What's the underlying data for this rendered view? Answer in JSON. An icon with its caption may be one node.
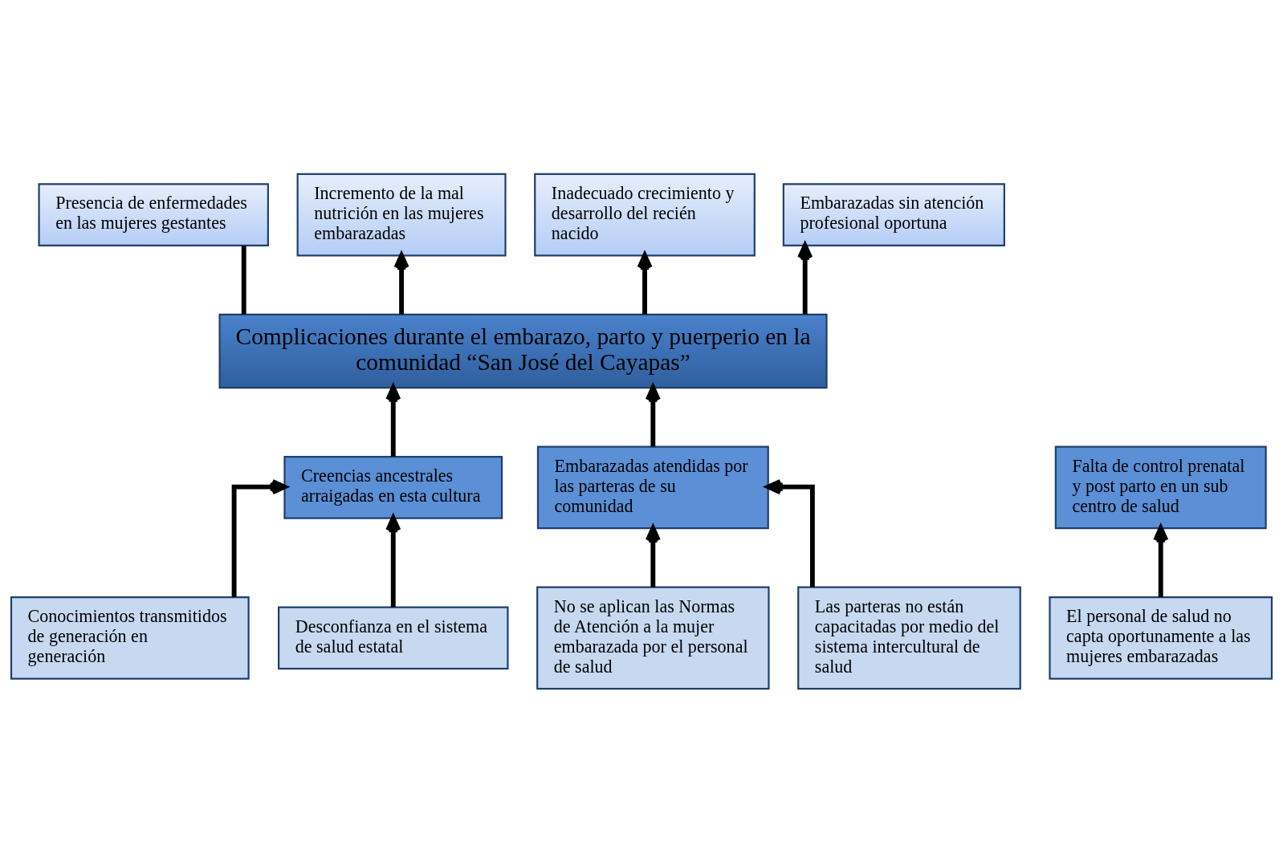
{
  "diagram": {
    "nodes": [
      {
        "text": [
          "Presencia de enfermedades en las mujeres gestantes"
        ]
      },
      {
        "text": [
          "Incremento de la mal nutrición en las mujeres embarazadas"
        ]
      },
      {
        "text": [
          "Inadecuado crecimiento y desarrollo del recién nacido"
        ]
      },
      {
        "text": [
          "Embarazadas sin atención profesional oportuna"
        ]
      },
      {
        "text": [
          "Complicaciones durante el embarazo, parto y puerperio en la comunidad “San José del Cayapas”"
        ]
      },
      {
        "text": [
          "Creencias ancestrales arraigadas en esta cultura"
        ]
      },
      {
        "text": [
          "Falta de control prenatal y post parto en un sub centro de salud"
        ]
      },
      {
        "text": [
          "Embarazadas atendidas por las parteras de su comunidad"
        ]
      },
      {
        "text": [
          "Conocimientos transmitidos de generación en generación"
        ]
      },
      {
        "text": [
          "Desconfianza en el sistema de salud estatal"
        ]
      },
      {
        "text": [
          "El personal de salud no capta oportunamente a las mujeres embarazadas"
        ]
      },
      {
        "text": [
          "No se aplican las Normas de Atención a la mujer embarazada por el personal de salud"
        ]
      },
      {
        "text": [
          "Las parteras no están capacitadas por medio del sistema intercultural de salud"
        ]
      }
    ],
    "edges": [
      {
        "from": 4,
        "to": 0,
        "arrow": "none"
      },
      {
        "from": 4,
        "to": 1,
        "arrow": "to"
      },
      {
        "from": 4,
        "to": 2,
        "arrow": "to"
      },
      {
        "from": 4,
        "to": 3,
        "arrow": "to"
      },
      {
        "from": 5,
        "to": 4,
        "arrow": "to"
      },
      {
        "from": 7,
        "to": 4,
        "arrow": "to"
      },
      {
        "from": 8,
        "to": 5,
        "arrow": "to"
      },
      {
        "from": 9,
        "to": 5,
        "arrow": "to"
      },
      {
        "from": 10,
        "to": 6,
        "arrow": "to"
      },
      {
        "from": 11,
        "to": 7,
        "arrow": "to"
      },
      {
        "from": 12,
        "to": 7,
        "arrow": "to"
      }
    ]
  }
}
